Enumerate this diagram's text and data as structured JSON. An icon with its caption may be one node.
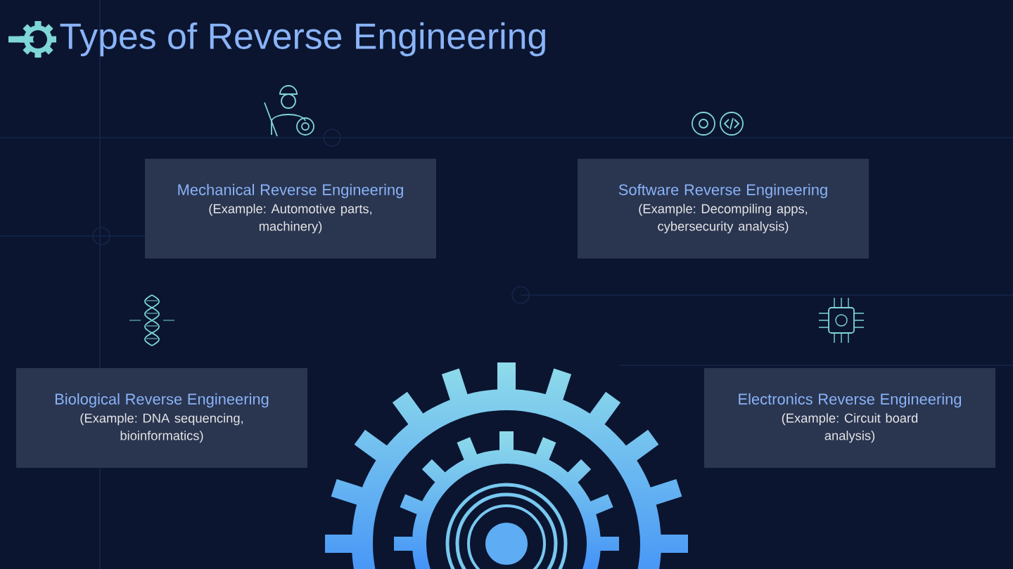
{
  "diagram": {
    "title": "Types of Reverse Engineering",
    "nodes": [
      {
        "text": [
          "Mechanical Reverse Engineering",
          "(Example: Automotive parts, machinery)"
        ]
      },
      {
        "text": [
          "Software Reverse Engineering",
          "(Example: Decompiling apps, cybersecurity analysis)"
        ]
      },
      {
        "text": [
          "Biological Reverse Engineering",
          "(Example: DNA sequencing, bioinformatics)"
        ]
      },
      {
        "text": [
          "Electronics Reverse Engineering",
          "(Example: Circuit board analysis)"
        ]
      }
    ]
  }
}
